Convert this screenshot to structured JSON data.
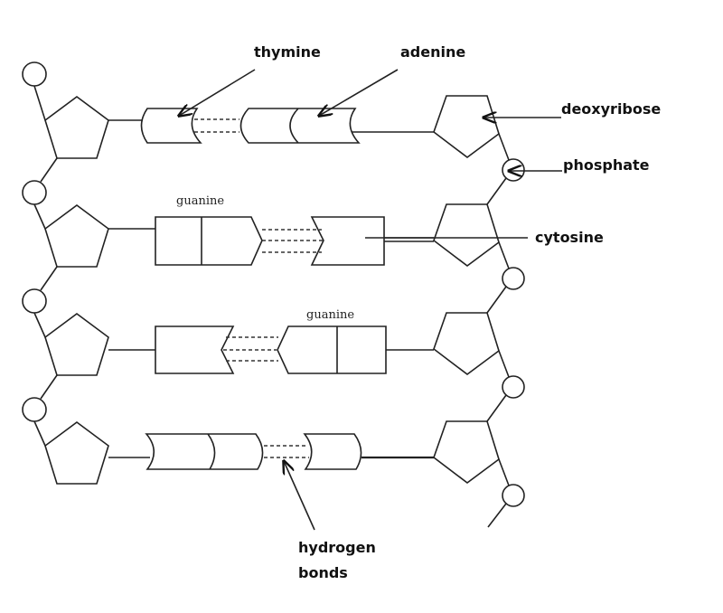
{
  "labels": {
    "thymine": "thymine",
    "adenine": "adenine",
    "deoxyribose": "deoxyribose",
    "phosphate": "phosphate",
    "cytosine": "cytosine",
    "guanine_row2": "guanine",
    "guanine_row3": "guanine",
    "hydrogen": "hydrogen",
    "bonds": "bonds"
  }
}
